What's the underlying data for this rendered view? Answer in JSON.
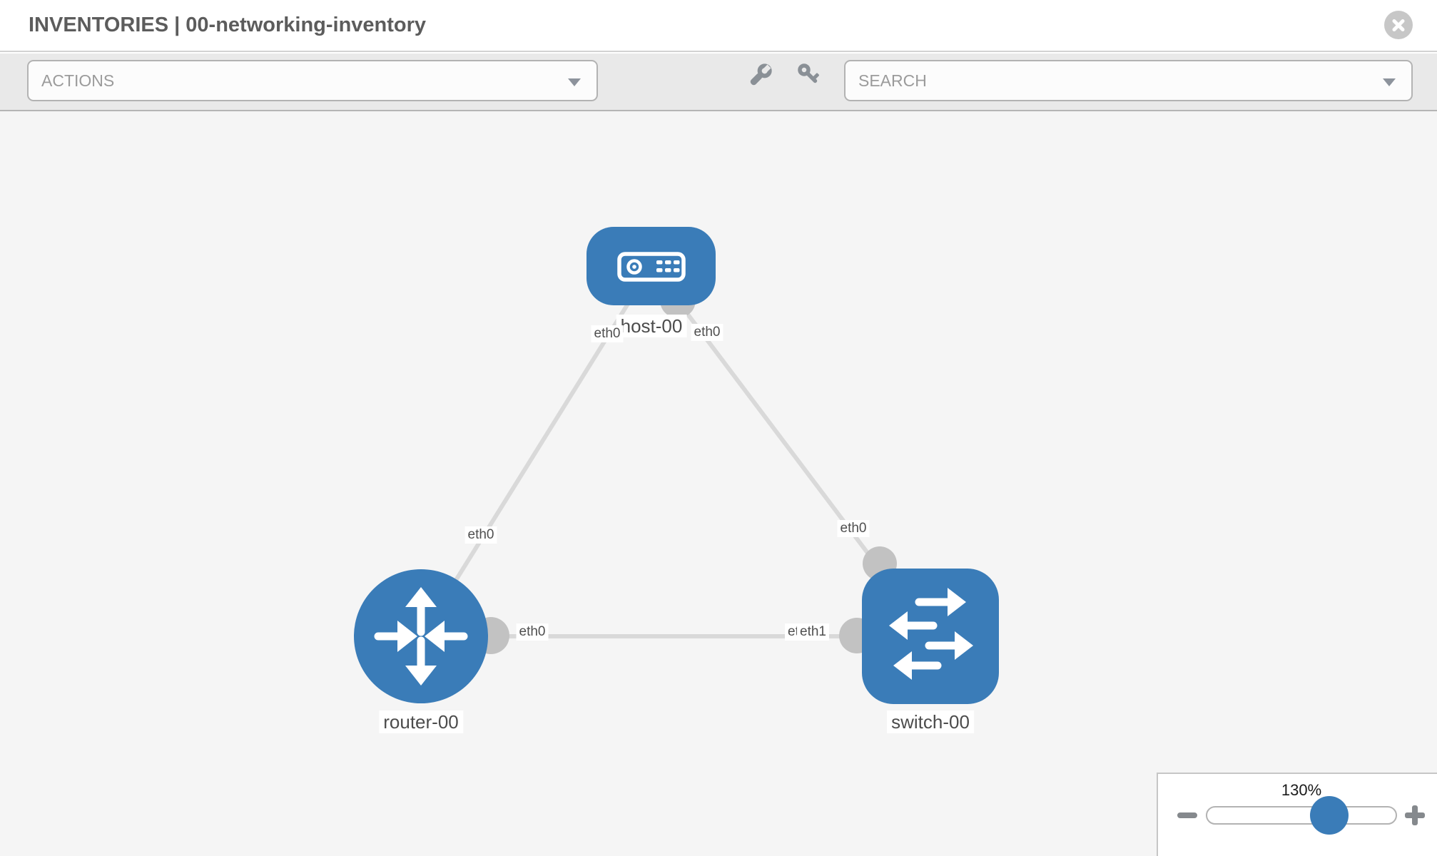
{
  "header": {
    "title": "INVENTORIES | 00-networking-inventory",
    "close_icon": "x-circle"
  },
  "toolbar": {
    "actions_label": "ACTIONS",
    "search_placeholder": "SEARCH",
    "icons": [
      "wrench-icon",
      "key-icon"
    ]
  },
  "topology": {
    "nodes": [
      {
        "id": "host-00",
        "type": "host",
        "label": "host-00"
      },
      {
        "id": "router-00",
        "type": "router",
        "label": "router-00"
      },
      {
        "id": "switch-00",
        "type": "switch",
        "label": "switch-00"
      }
    ],
    "links": [
      {
        "from": "host-00",
        "to": "router-00",
        "from_interface": "eth0",
        "to_interface": "eth0"
      },
      {
        "from": "host-00",
        "to": "switch-00",
        "from_interface": "eth0",
        "to_interface": "eth0"
      },
      {
        "from": "router-00",
        "to": "switch-00",
        "from_interface": "eth0",
        "to_interface": "eth1"
      }
    ],
    "interface_labels": [
      {
        "text": "eth0",
        "position": "host-side-of-router-link"
      },
      {
        "text": "eth0",
        "position": "host-side-of-switch-link"
      },
      {
        "text": "eth0",
        "position": "router-side-of-host-link"
      },
      {
        "text": "eth0",
        "position": "switch-side-of-host-link"
      },
      {
        "text": "eth0",
        "position": "router-side-of-switch-link"
      },
      {
        "text": "eth0",
        "position": "switch-side-of-router-link-under"
      },
      {
        "text": "eth1",
        "position": "switch-side-of-router-link-over"
      }
    ]
  },
  "zoom_control": {
    "level": "130%",
    "minus_icon": "minus",
    "plus_icon": "plus"
  },
  "colors": {
    "node_blue": "#3a7cb8",
    "link_gray": "#d9d9d9",
    "interface_circle_gray": "#c2c2c2",
    "canvas_background": "#f5f5f5"
  }
}
